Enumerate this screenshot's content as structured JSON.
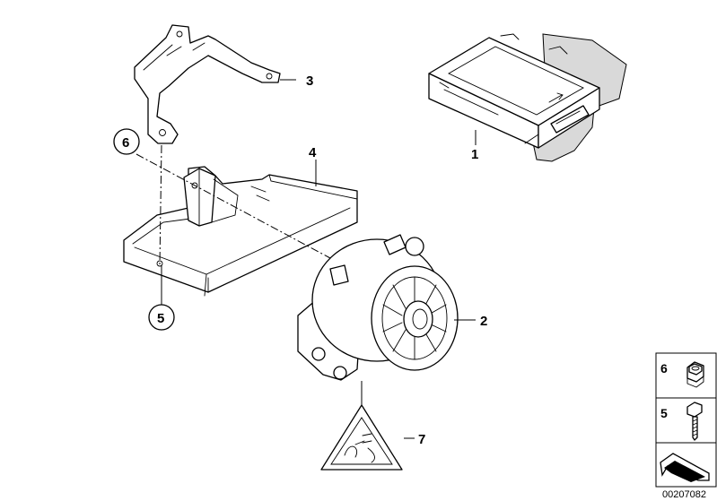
{
  "diagram": {
    "parts": [
      {
        "number": "1",
        "name": "control-unit"
      },
      {
        "number": "2",
        "name": "siren"
      },
      {
        "number": "3",
        "name": "mounting-bracket"
      },
      {
        "number": "4",
        "name": "holder-tray"
      },
      {
        "number": "5",
        "name": "bolt"
      },
      {
        "number": "6",
        "name": "nut"
      },
      {
        "number": "7",
        "name": "warning-triangle"
      }
    ],
    "side_panel": {
      "items": [
        {
          "number": "6",
          "icon": "hex-nut-icon"
        },
        {
          "number": "5",
          "icon": "hex-bolt-icon"
        }
      ]
    },
    "reference_number": "00207082",
    "colors": {
      "line": "#000000",
      "background": "#ffffff",
      "shade": "#d9d9d9"
    }
  }
}
